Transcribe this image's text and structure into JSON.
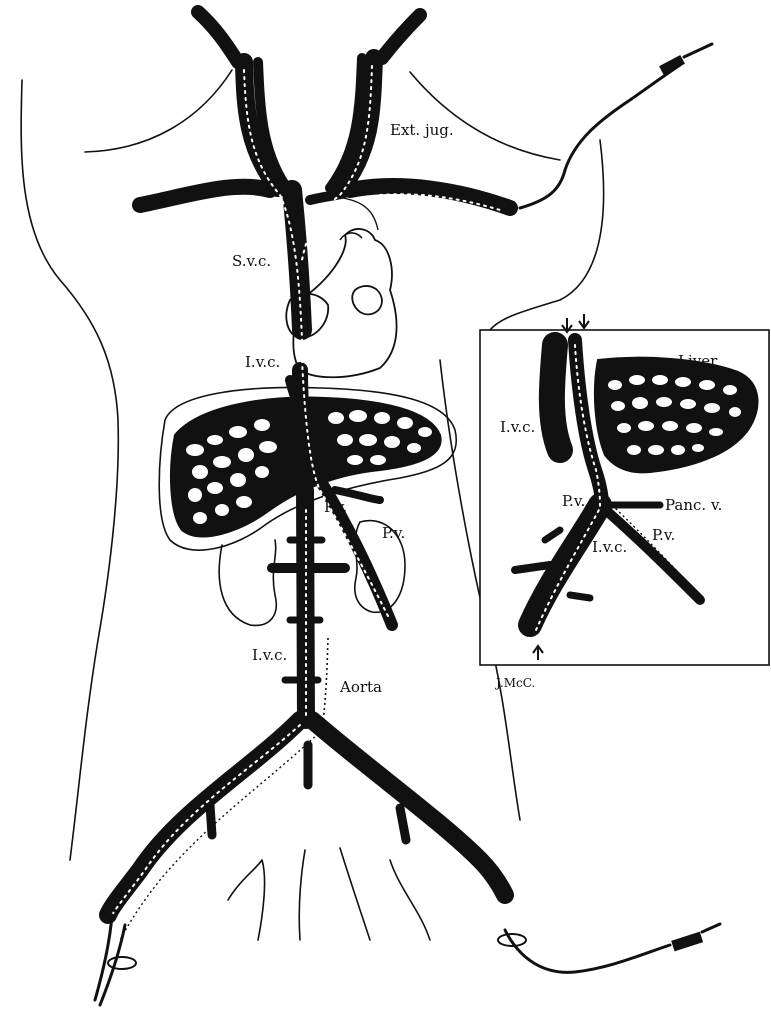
{
  "labels": {
    "ext_jug": "Ext. jug.",
    "svc": "S.v.c.",
    "ivc_upper": "I.v.c.",
    "pv_center": "P.v.",
    "pv_right": "P.v.",
    "ivc_lower": "I.v.c.",
    "aorta": "Aorta"
  },
  "inset": {
    "liver": "Liver",
    "ivc_top": "I.v.c.",
    "pv": "P.v.",
    "panc_v": "Panc. v.",
    "pv_right": "P.v.",
    "ivc_bottom": "I.v.c."
  },
  "signature": "J.McC."
}
